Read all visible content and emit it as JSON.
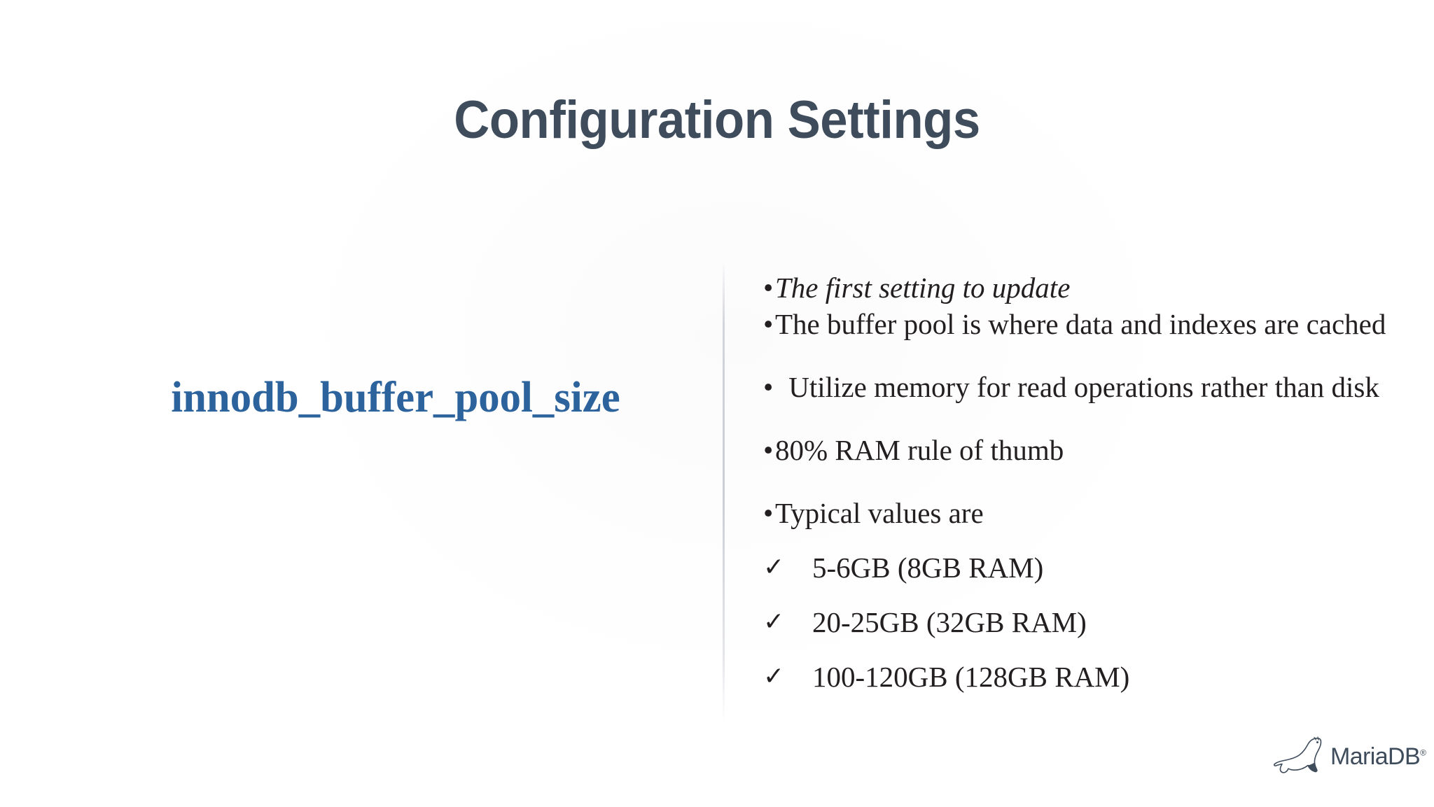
{
  "slide": {
    "title": "Configuration Settings",
    "setting_name": "innodb_buffer_pool_size",
    "title_color": "#3f4c5c",
    "setting_name_color": "#2c639c",
    "body_color": "#231f20",
    "background_color": "#ffffff"
  },
  "bullets": [
    {
      "marker": "•",
      "text": "The first setting to update",
      "style": "italic"
    },
    {
      "marker": "•",
      "text": "The buffer pool is where data and indexes are cached",
      "style": "normal"
    },
    {
      "marker": "•",
      "text": " Utilize memory for read operations rather than disk",
      "style": "normal"
    },
    {
      "marker": "•",
      "text": "80% RAM rule of thumb",
      "style": "normal"
    },
    {
      "marker": "•",
      "text": "Typical values are",
      "style": "normal"
    }
  ],
  "checks": [
    {
      "marker": "✓",
      "text": "5-6GB (8GB RAM)"
    },
    {
      "marker": "✓",
      "text": "20-25GB (32GB RAM)"
    },
    {
      "marker": "✓",
      "text": "100-120GB (128GB RAM)"
    }
  ],
  "logo": {
    "wordmark": "MariaDB",
    "registered_mark": "®",
    "icon": "sea-lion-icon",
    "color": "#3f4c5c"
  }
}
